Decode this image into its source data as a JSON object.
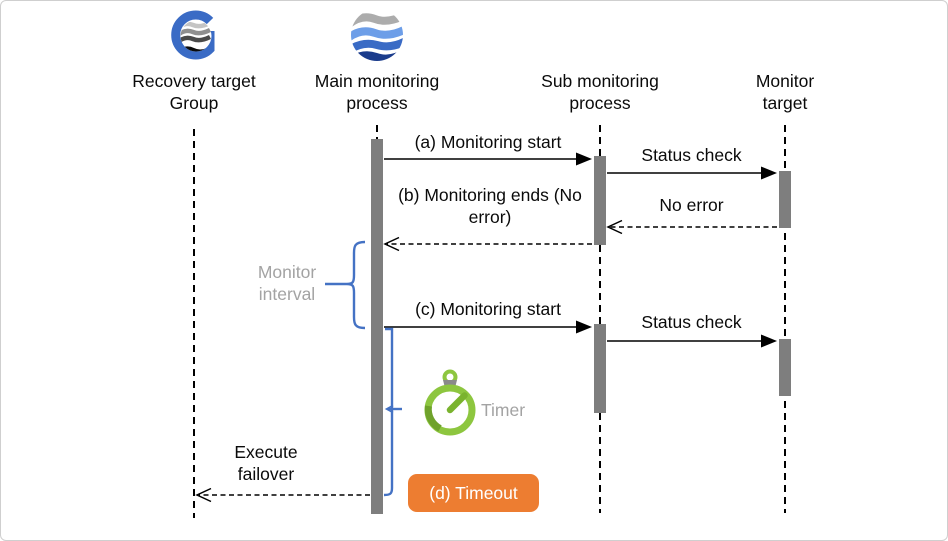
{
  "lanes": [
    {
      "label": "Recovery target Group",
      "icon": "recovery-group-logo"
    },
    {
      "label": "Main monitoring process",
      "icon": "wave-sphere-logo"
    },
    {
      "label": "Sub monitoring process"
    },
    {
      "label": "Monitor target"
    }
  ],
  "messages": {
    "monitoring_start_a": "(a) Monitoring start",
    "status_check_1": "Status check",
    "monitoring_ends_b": "(b) Monitoring ends (No error)",
    "no_error": "No error",
    "monitoring_start_c": "(c) Monitoring start",
    "status_check_2": "Status check",
    "execute_failover": "Execute failover",
    "timeout_d": "(d) Timeout"
  },
  "annotations": {
    "monitor_interval": "Monitor interval",
    "timer": "Timer"
  },
  "icons": {
    "recovery_logo": "g-globe-wave-logo",
    "main_logo": "wave-sphere-logo",
    "timer_icon": "green-stopwatch-icon"
  },
  "colors": {
    "accent_blue": "#4472C4",
    "activation_bar_gray": "#7E7E7E",
    "annotation_text_gray": "#A3A3A3",
    "timeout_orange": "#ED7D31",
    "timer_green": "#8DC63F",
    "timer_green_dark": "#6FA22B",
    "logo_blue": "#3A6BC5",
    "logo_light_blue": "#6D9EE8",
    "logo_navy": "#1B3C8C",
    "line_black": "#000000"
  }
}
